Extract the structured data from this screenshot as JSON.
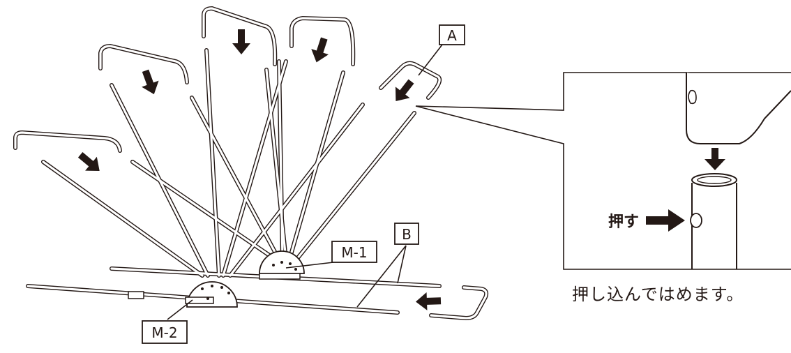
{
  "labels": {
    "part_a": "A",
    "part_b": "B",
    "part_m1": "M-1",
    "part_m2": "M-2"
  },
  "detail": {
    "push_label": "押す",
    "caption": "押し込んではめます。"
  },
  "icons": {
    "press_arrows": "arrow-icon",
    "push_button": "snap-button-icon"
  },
  "colors": {
    "ink": "#231815",
    "background": "#ffffff"
  }
}
